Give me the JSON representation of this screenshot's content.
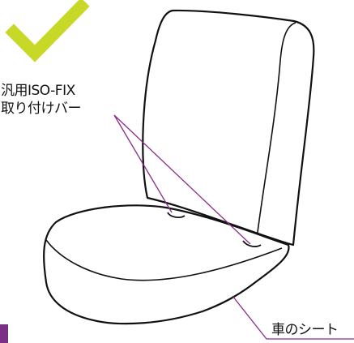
{
  "labels": {
    "isofix_line1": "汎用ISO-FIX",
    "isofix_line2": "取り付けバー",
    "car_seat": "車のシート"
  },
  "colors": {
    "checkmark": "#c8d826",
    "callout_line": "#8b2c8b",
    "accent_tab": "#7b2f86",
    "outline": "#111111",
    "background": "#ffffff"
  },
  "icons": {
    "checkmark": "checkmark-icon"
  }
}
